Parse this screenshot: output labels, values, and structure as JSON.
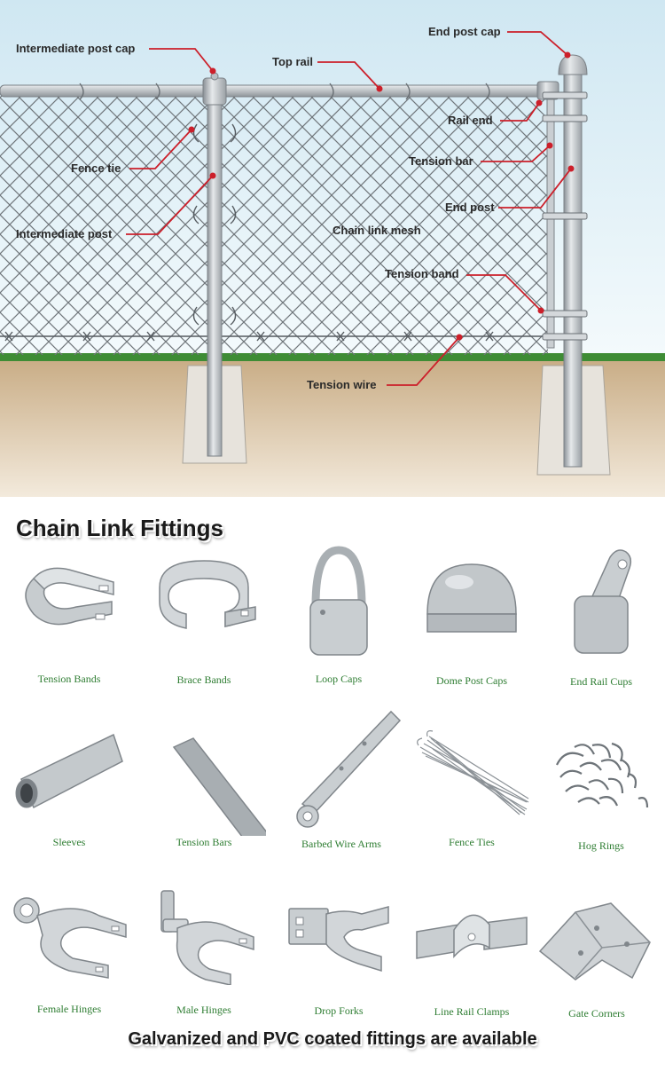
{
  "diagram": {
    "labels": {
      "intermediate_post_cap": "Intermediate post cap",
      "top_rail": "Top rail",
      "end_post_cap": "End post cap",
      "rail_end": "Rail end",
      "fence_tie": "Fence tie",
      "tension_bar": "Tension bar",
      "end_post": "End post",
      "intermediate_post": "Intermediate post",
      "chain_link_mesh": "Chain link mesh",
      "tension_band": "Tension band",
      "tension_wire": "Tension wire"
    },
    "colors": {
      "callout_line": "#cc1f2a",
      "sky": "#dceef6",
      "grass": "#3e8c35",
      "soil": "#d8c2a2",
      "metal": "#b9bfc4"
    }
  },
  "section_title": "Chain Link Fittings",
  "fittings": [
    {
      "label": "Tension Bands",
      "icon": "tension-band-icon"
    },
    {
      "label": "Brace Bands",
      "icon": "brace-band-icon"
    },
    {
      "label": "Loop Caps",
      "icon": "loop-cap-icon"
    },
    {
      "label": "Dome Post Caps",
      "icon": "dome-post-cap-icon"
    },
    {
      "label": "End Rail Cups",
      "icon": "end-rail-cup-icon"
    },
    {
      "label": "Sleeves",
      "icon": "sleeve-icon"
    },
    {
      "label": "Tension Bars",
      "icon": "tension-bar-icon"
    },
    {
      "label": "Barbed Wire Arms",
      "icon": "barbed-wire-arm-icon"
    },
    {
      "label": "Fence Ties",
      "icon": "fence-ties-icon"
    },
    {
      "label": "Hog Rings",
      "icon": "hog-rings-icon"
    },
    {
      "label": "Female Hinges",
      "icon": "female-hinge-icon"
    },
    {
      "label": "Male Hinges",
      "icon": "male-hinge-icon"
    },
    {
      "label": "Drop Forks",
      "icon": "drop-fork-icon"
    },
    {
      "label": "Line Rail Clamps",
      "icon": "line-rail-clamp-icon"
    },
    {
      "label": "Gate Corners",
      "icon": "gate-corner-icon"
    }
  ],
  "footer": "Galvanized and PVC coated fittings are available"
}
